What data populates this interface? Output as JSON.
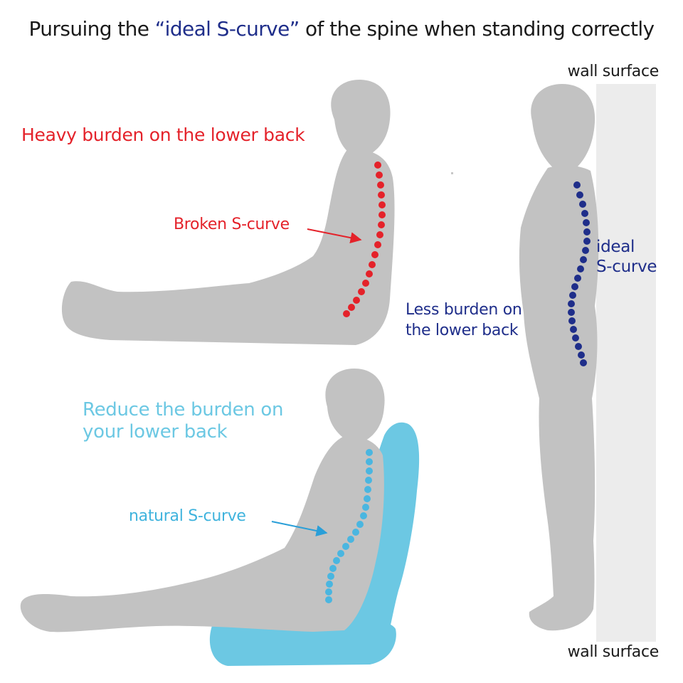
{
  "title": {
    "before": "Pursuing the ",
    "highlight": "“ideal S-curve”",
    "after": " of the spine when standing correctly"
  },
  "labels": {
    "wall_top": "wall surface",
    "wall_bottom": "wall surface",
    "heavy_burden": "Heavy burden on the lower back",
    "broken_curve": "Broken S-curve",
    "ideal_curve_line1": "ideal",
    "ideal_curve_line2": "S-curve",
    "less_burden_line1": "Less burden on",
    "less_burden_line2": "the lower back",
    "reduce_burden_line1": "Reduce the burden on",
    "reduce_burden_line2": "your lower back",
    "natural_curve": "natural S-curve"
  },
  "colors": {
    "text": "#1a1a1a",
    "body": "#c2c2c2",
    "wall": "#ececec",
    "cushion": "#6cc8e3",
    "broken_red": "#e4222a",
    "ideal_navy": "#1f2e8a",
    "natural_blue": "#4ab6e0"
  },
  "figures": [
    {
      "name": "sitting-on-floor",
      "spine": "broken S-curve"
    },
    {
      "name": "standing-against-wall",
      "spine": "ideal S-curve"
    },
    {
      "name": "sitting-on-cushion-chair",
      "spine": "natural S-curve"
    }
  ]
}
